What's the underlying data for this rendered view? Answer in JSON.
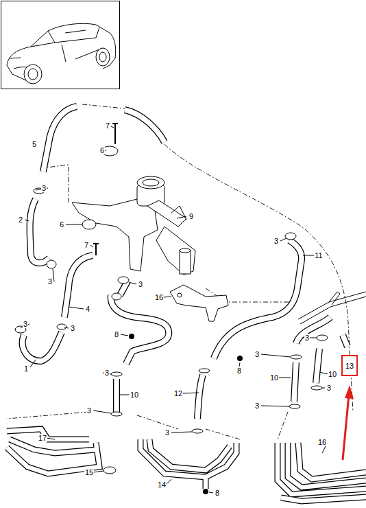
{
  "diagram": {
    "nodes": [
      {
        "text": [
          "13"
        ]
      }
    ],
    "labels": [
      "5",
      "7",
      "6",
      "3",
      "2",
      "6",
      "9",
      "7",
      "3",
      "11",
      "3",
      "3",
      "16",
      "4",
      "3",
      "3",
      "8",
      "3",
      "3",
      "3",
      "1",
      "8",
      "10",
      "10",
      "3",
      "10",
      "12",
      "3",
      "3",
      "3",
      "17",
      "16",
      "15",
      "14",
      "8"
    ]
  }
}
